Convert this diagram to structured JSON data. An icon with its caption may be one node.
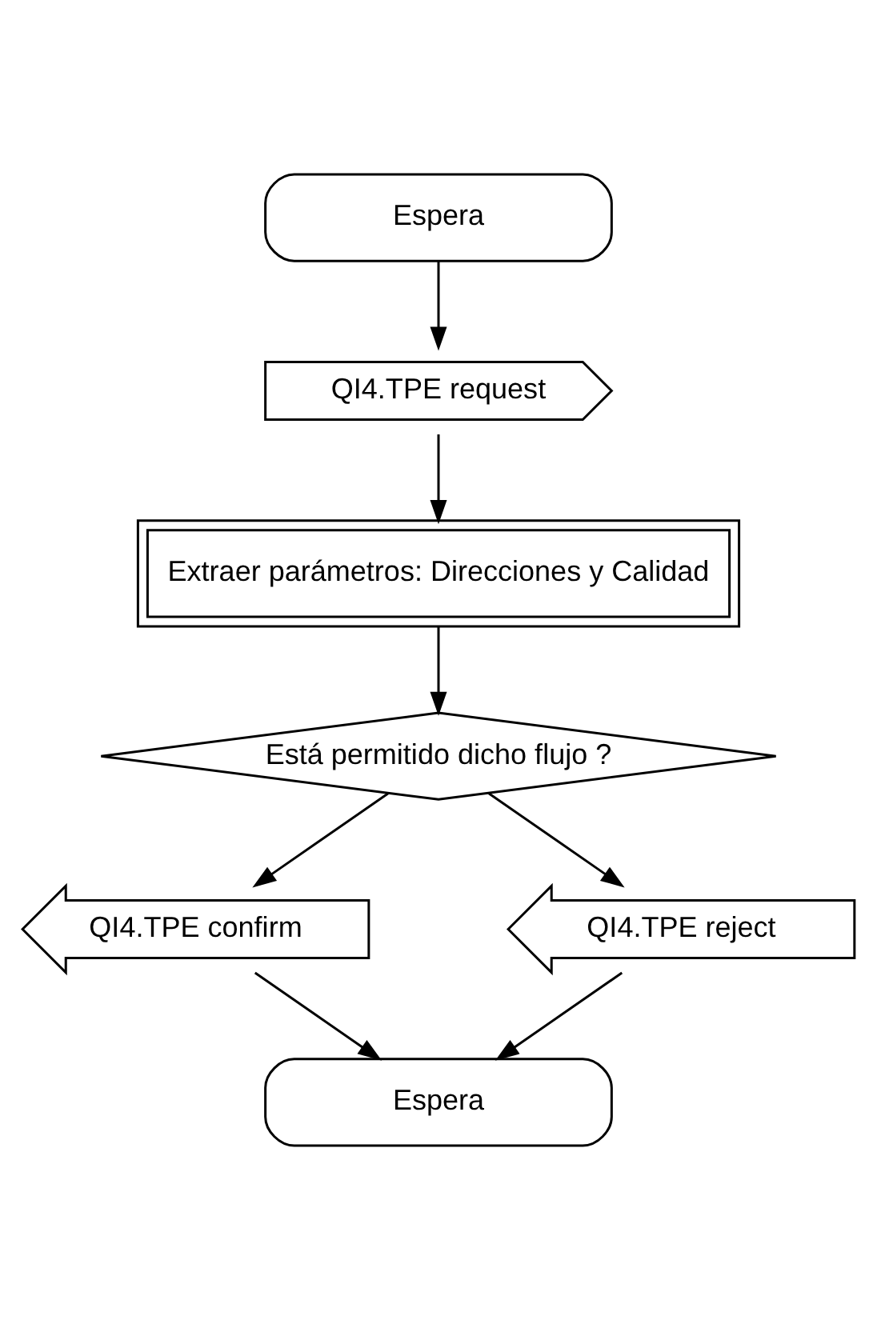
{
  "diagram": {
    "nodes": [
      {
        "text": [
          "Espera"
        ]
      },
      {
        "text": [
          "QI4.TPE request"
        ]
      },
      {
        "text": [
          "Extraer parámetros: Direcciones y Calidad"
        ]
      },
      {
        "text": [
          "Está permitido dicho flujo ?"
        ]
      },
      {
        "text": [
          "QI4.TPE confirm"
        ]
      },
      {
        "text": [
          "QI4.TPE reject"
        ]
      },
      {
        "text": [
          "Espera"
        ]
      }
    ],
    "edges": [
      {
        "from": 0,
        "to": 1,
        "arrow": "to"
      },
      {
        "from": 1,
        "to": 2,
        "arrow": "to"
      },
      {
        "from": 2,
        "to": 3,
        "arrow": "to"
      },
      {
        "from": 3,
        "to": 4,
        "arrow": "to"
      },
      {
        "from": 3,
        "to": 5,
        "arrow": "to"
      },
      {
        "from": 4,
        "to": 6,
        "arrow": "to"
      },
      {
        "from": 5,
        "to": 6,
        "arrow": "to"
      }
    ]
  }
}
